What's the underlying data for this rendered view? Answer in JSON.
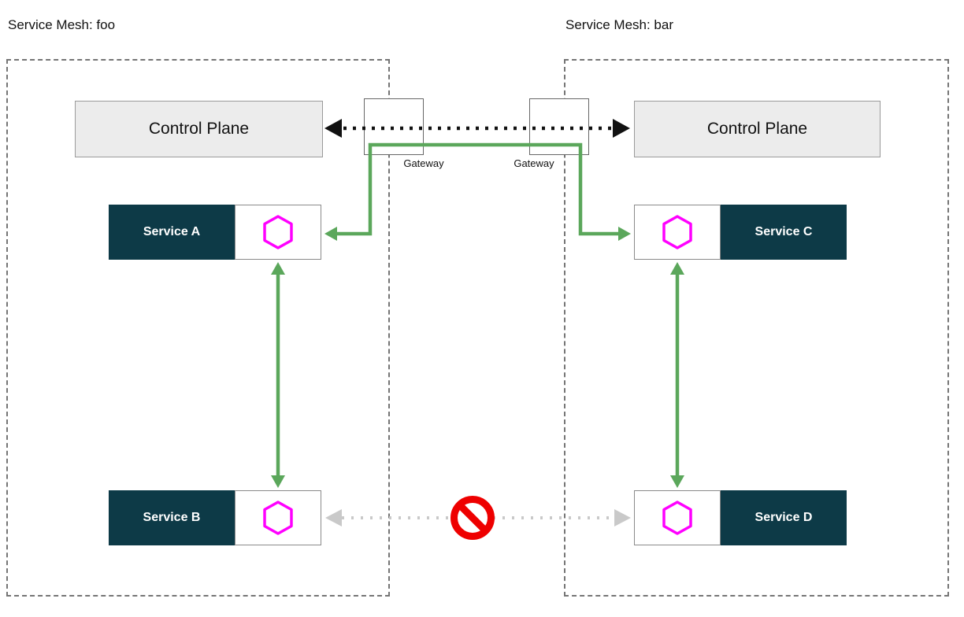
{
  "meshes": [
    {
      "title": "Service Mesh: foo",
      "control_plane_label": "Control Plane",
      "services": [
        {
          "label": "Service A"
        },
        {
          "label": "Service B"
        }
      ]
    },
    {
      "title": "Service Mesh: bar",
      "control_plane_label": "Control Plane",
      "services": [
        {
          "label": "Service C"
        },
        {
          "label": "Service D"
        }
      ]
    }
  ],
  "gateways": [
    {
      "label": "Gateway"
    },
    {
      "label": "Gateway"
    }
  ],
  "connections": [
    {
      "from": "Control Plane (foo)",
      "to": "Control Plane (bar)",
      "style": "black-dotted-double-arrow"
    },
    {
      "from": "Gateway (foo)",
      "to": "Gateway (bar)",
      "style": "green-solid",
      "ends": [
        "Service A",
        "Service C"
      ]
    },
    {
      "from": "Service A",
      "to": "Service B",
      "style": "green-solid-double-arrow"
    },
    {
      "from": "Service C",
      "to": "Service D",
      "style": "green-solid-double-arrow"
    },
    {
      "from": "Service B",
      "to": "Service D",
      "style": "gray-dotted-double-arrow",
      "blocked": true
    }
  ],
  "icons": {
    "sidecar": "hexagon-icon",
    "blocked": "no-entry-icon"
  },
  "colors": {
    "service_box": "#0d3a47",
    "service_text": "#ffffff",
    "control_plane_fill": "#ececec",
    "control_plane_border": "#9a9a9a",
    "hexagon_magenta": "#ff00ff",
    "green_arrow": "#5ba75b",
    "blocked_red": "#ee0000",
    "gray_dotted": "#c9c9c9",
    "boundary_dash": "#757575",
    "black_link": "#111111"
  }
}
